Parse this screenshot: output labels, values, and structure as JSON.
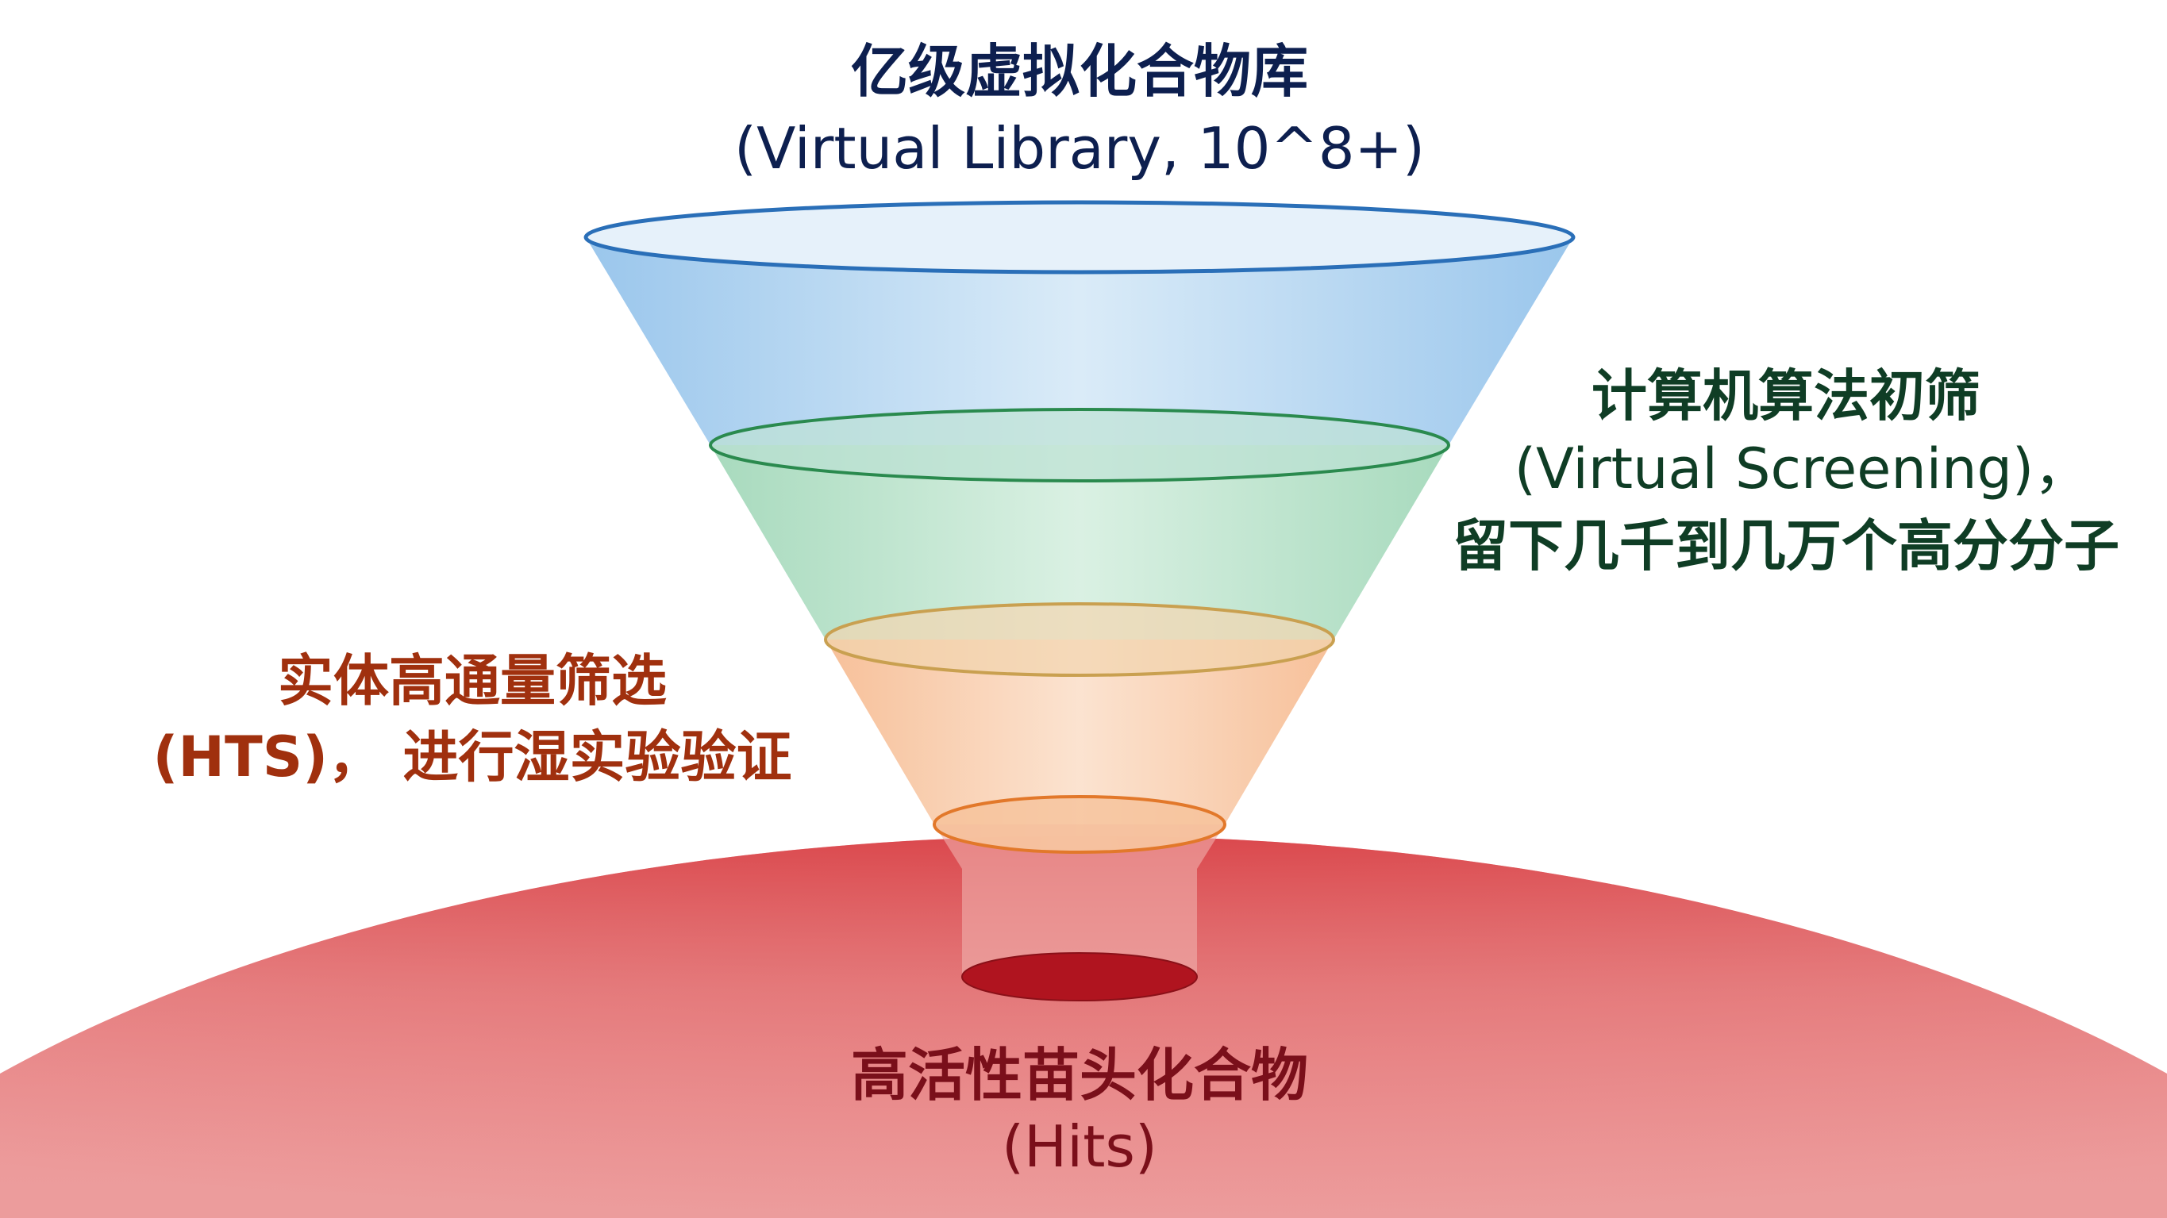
{
  "colors": {
    "top_stage": "#0d1f4f",
    "virtual_screening": "#0f3d25",
    "hts": "#a0300e",
    "hits": "#7a0f1a",
    "blue_layer": "#9cc8ec",
    "green_layer": "#a9dcc0",
    "orange_layer": "#f8c8a0",
    "red_base": "#d9393f"
  },
  "stages": {
    "library": {
      "title": "亿级虚拟化合物库",
      "subtitle": "(Virtual Library, 10^8+)"
    },
    "virtual_screening": {
      "title": "计算机算法初筛",
      "subtitle": "(Virtual Screening)，",
      "note": "留下几千到几万个高分分子"
    },
    "hts": {
      "title": "实体高通量筛选",
      "subtitle": "(HTS)， 进行湿实验验证"
    },
    "hits": {
      "title": "高活性苗头化合物",
      "subtitle": "(Hits)"
    }
  }
}
